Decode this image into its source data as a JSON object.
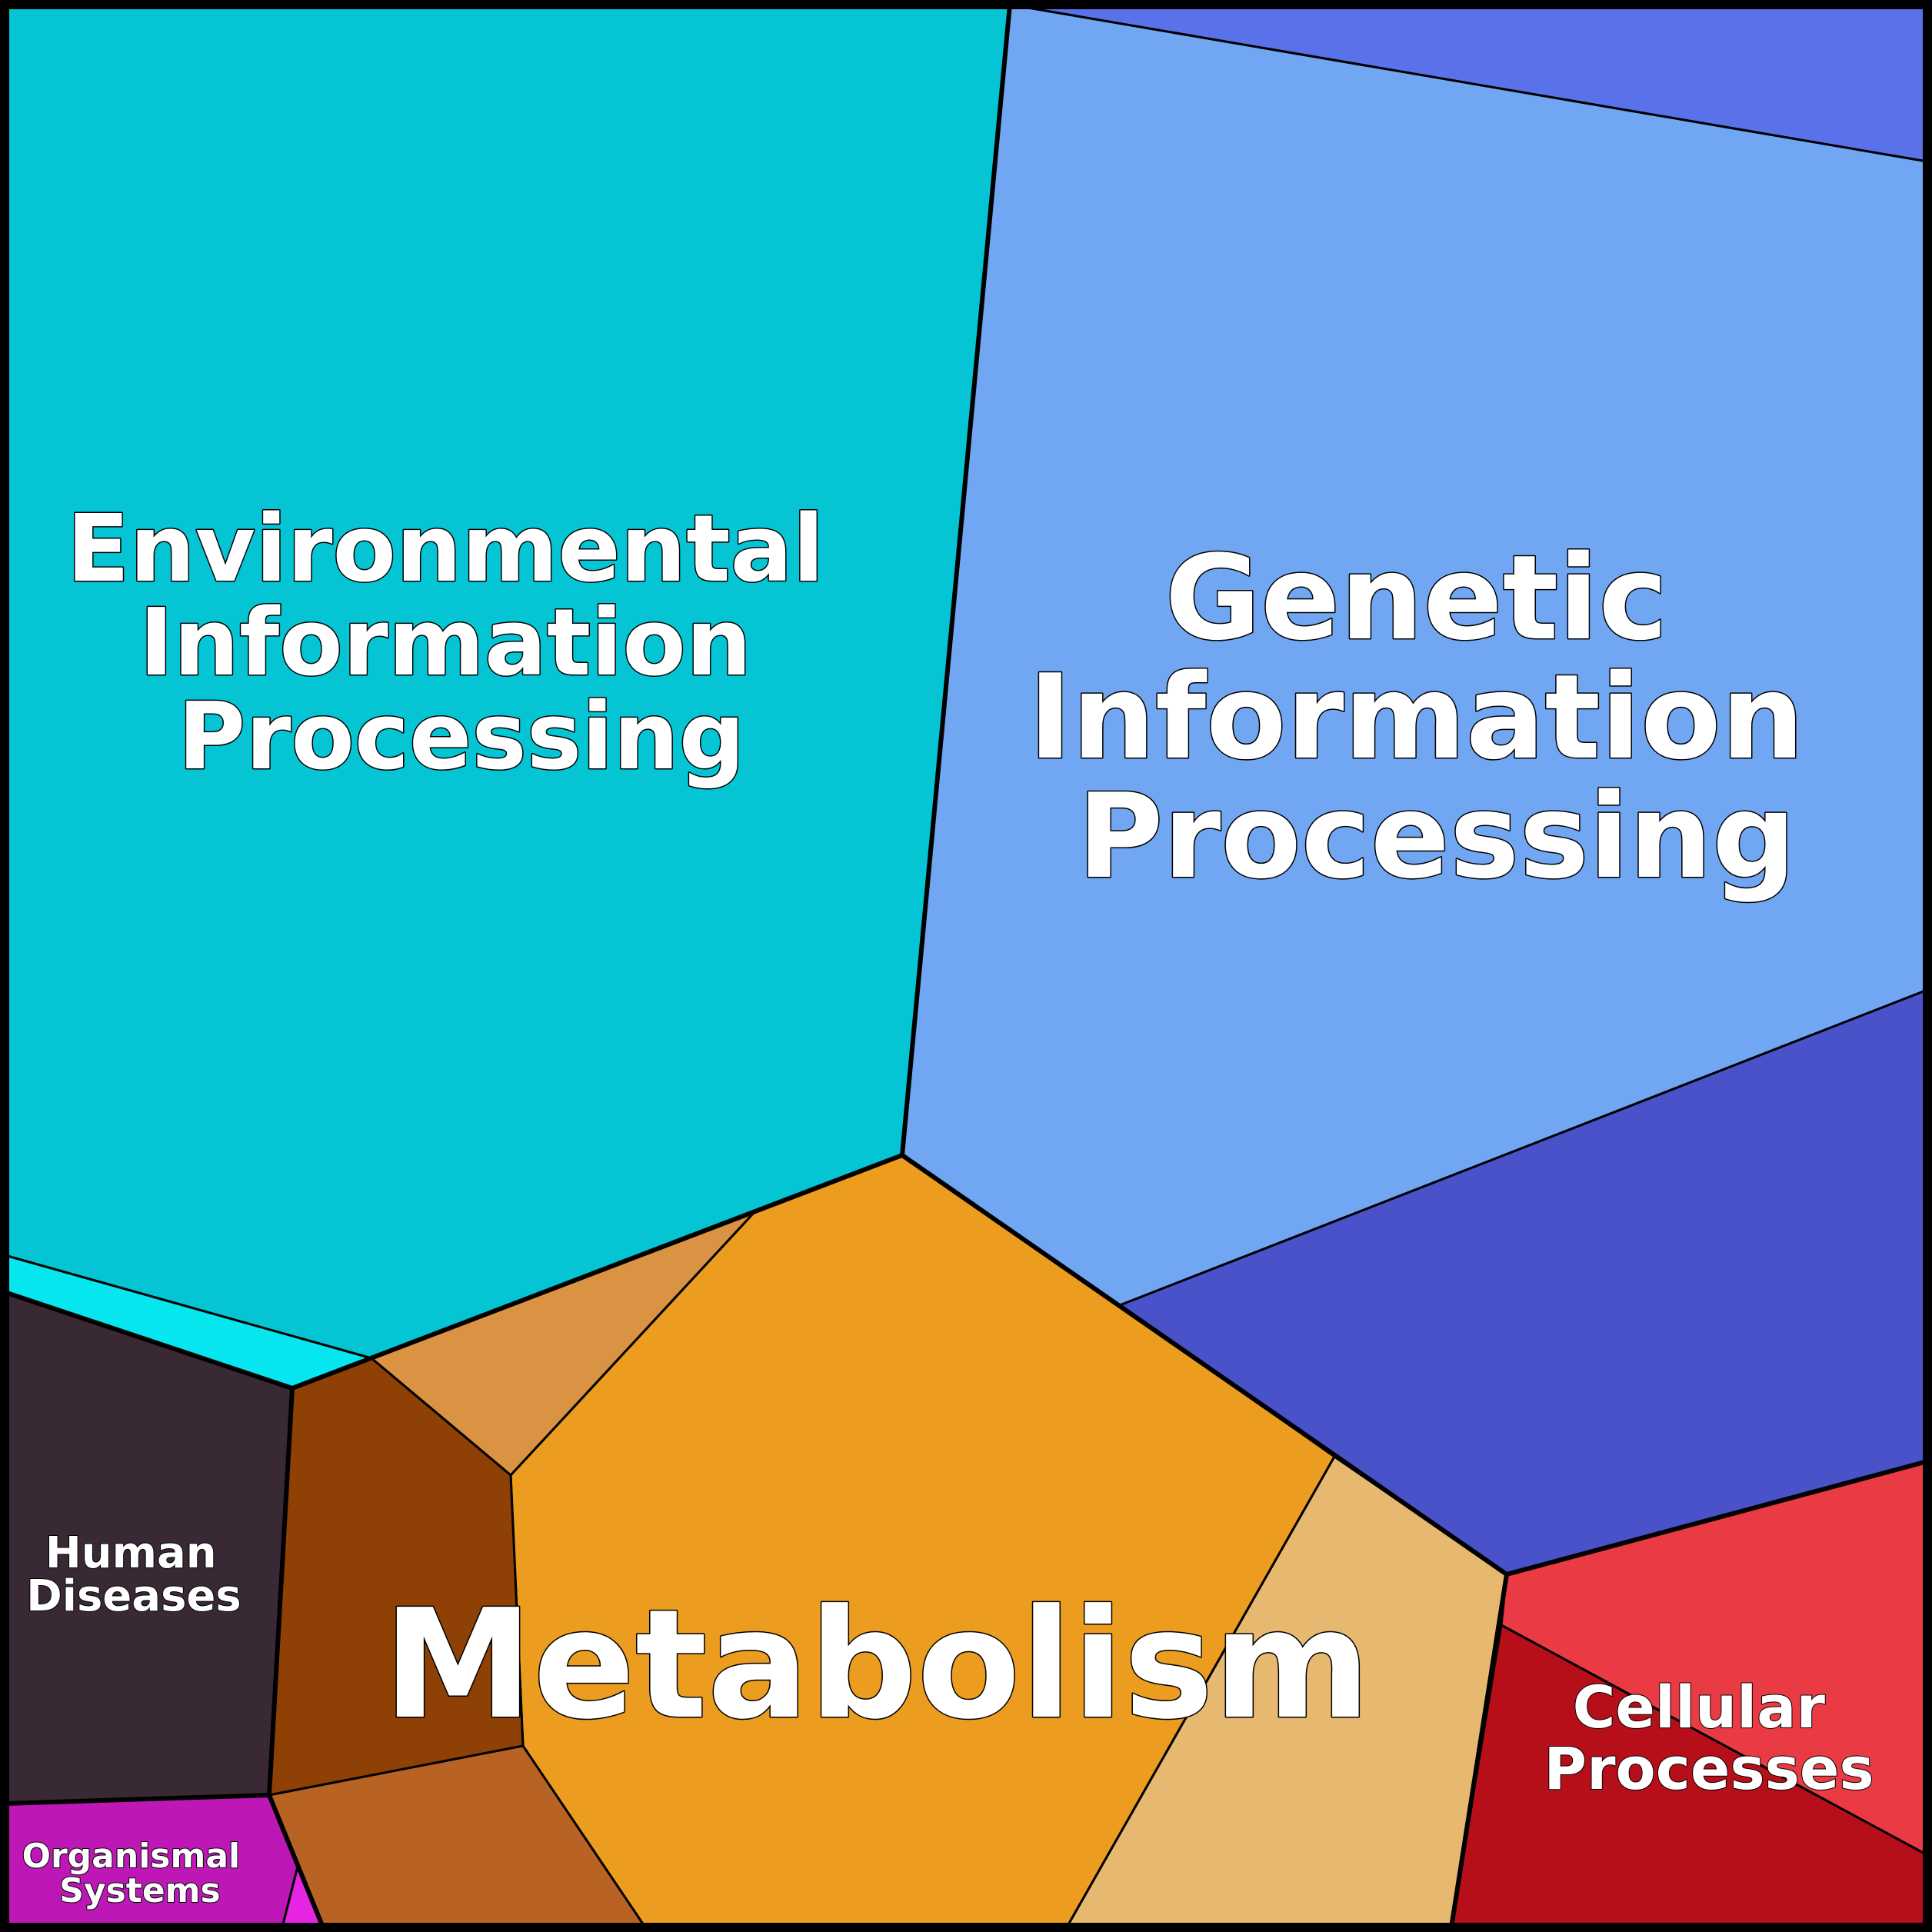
{
  "diagram": {
    "type": "voronoi-treemap",
    "colors": {
      "environmental": "#05C5D5",
      "environmental_sub": "#06E6EE",
      "genetic": "#71A7F2",
      "genetic_sub_top": "#5972EA",
      "genetic_sub_bottom": "#4952C8",
      "metabolism": "#EC9C1F",
      "metabolism_sub_1": "#D99343",
      "metabolism_sub_2": "#8F4004",
      "metabolism_sub_3": "#B86324",
      "metabolism_sub_4": "#E6B870",
      "cellular": "#EA3A43",
      "cellular_sub": "#B70F19",
      "human_diseases": "#382935",
      "organismal": "#BD18B6",
      "organismal_sub": "#E625E3",
      "outline": "#000000",
      "label_text": "#FFFFFF"
    },
    "categories": [
      {
        "id": "environmental",
        "label_lines": [
          "Environmental",
          "Information",
          "Processing"
        ]
      },
      {
        "id": "genetic",
        "label_lines": [
          "Genetic",
          "Information",
          "Processing"
        ]
      },
      {
        "id": "metabolism",
        "label_lines": [
          "Metabolism"
        ]
      },
      {
        "id": "human_diseases",
        "label_lines": [
          "Human",
          "Diseases"
        ]
      },
      {
        "id": "cellular",
        "label_lines": [
          "Cellular",
          "Processes"
        ]
      },
      {
        "id": "organismal",
        "label_lines": [
          "Organismal",
          "Systems"
        ]
      }
    ]
  }
}
